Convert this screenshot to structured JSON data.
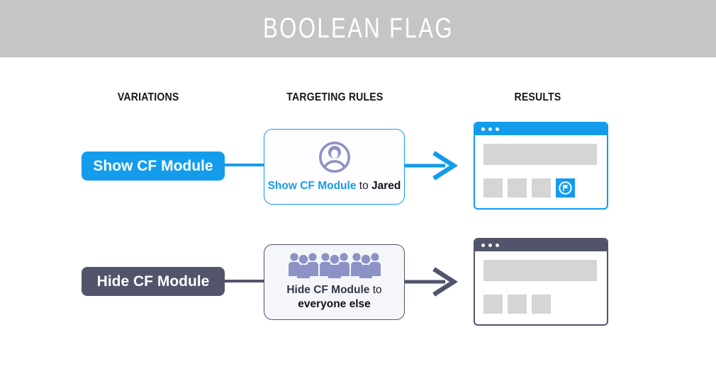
{
  "header": {
    "title": "BOOLEAN FLAG"
  },
  "columns": [
    {
      "label": "VARIATIONS"
    },
    {
      "label": "TARGETING RULES"
    },
    {
      "label": "RESULTS"
    }
  ],
  "rows": [
    {
      "variation": "Show CF Module",
      "rule": {
        "icon": "user-avatar-icon",
        "flag": "Show CF Module",
        "connector": "to",
        "audience": "Jared"
      },
      "result": {
        "theme": "blue",
        "window": "browser-window",
        "modules": [
          "placeholder",
          "placeholder",
          "placeholder",
          "cf-flag-module"
        ]
      }
    },
    {
      "variation": "Hide CF Module",
      "rule": {
        "icon": "crowd-icon",
        "flag": "Hide CF Module",
        "connector": "to",
        "audience": "everyone else"
      },
      "result": {
        "theme": "dark",
        "window": "browser-window",
        "modules": [
          "placeholder",
          "placeholder",
          "placeholder"
        ]
      }
    }
  ],
  "colors": {
    "blue": "#149CEC",
    "dark_slate": "#51546A",
    "icon_purple": "#8D92C6",
    "header_bg": "#C5C5C5",
    "placeholder": "#D5D5D5",
    "rule_box2_bg": "#F5F6F9"
  }
}
